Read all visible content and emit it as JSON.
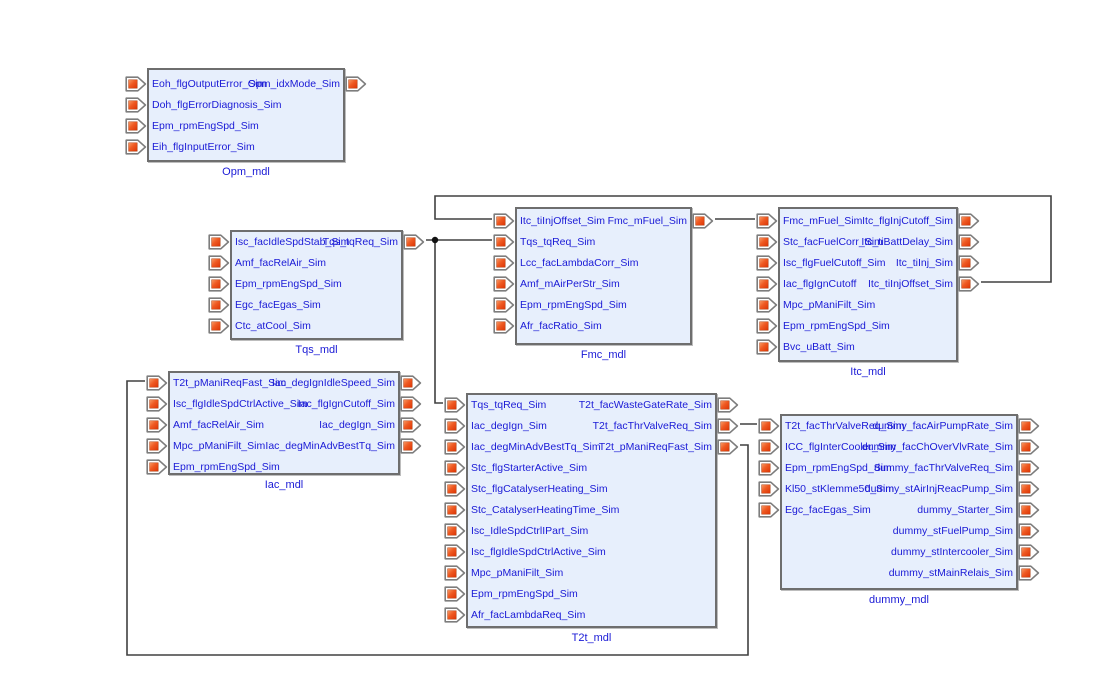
{
  "diagram": {
    "blocks": {
      "opm": {
        "name": "Opm_mdl",
        "inputs": [
          "Eoh_flgOutputError_Sim",
          "Doh_flgErrorDiagnosis_Sim",
          "Epm_rpmEngSpd_Sim",
          "Eih_flgInputError_Sim"
        ],
        "outputs": [
          "Opm_idxMode_Sim"
        ]
      },
      "tqs": {
        "name": "Tqs_mdl",
        "inputs": [
          "Isc_facIdleSpdStab_Sim",
          "Amf_facRelAir_Sim",
          "Epm_rpmEngSpd_Sim",
          "Egc_facEgas_Sim",
          "Ctc_atCool_Sim"
        ],
        "outputs": [
          "Tqs_tqReq_Sim"
        ]
      },
      "fmc": {
        "name": "Fmc_mdl",
        "inputs": [
          "Itc_tiInjOffset_Sim",
          "Tqs_tqReq_Sim",
          "Lcc_facLambdaCorr_Sim",
          "Amf_mAirPerStr_Sim",
          "Epm_rpmEngSpd_Sim",
          "Afr_facRatio_Sim"
        ],
        "outputs": [
          "Fmc_mFuel_Sim"
        ]
      },
      "itc": {
        "name": "Itc_mdl",
        "inputs": [
          "Fmc_mFuel_Sim",
          "Stc_facFuelCorr_Sim",
          "Isc_flgFuelCutoff_Sim",
          "Iac_flgIgnCutoff",
          "Mpc_pManiFilt_Sim",
          "Epm_rpmEngSpd_Sim",
          "Bvc_uBatt_Sim"
        ],
        "outputs": [
          "Itc_flgInjCutoff_Sim",
          "Itc_tiBattDelay_Sim",
          "Itc_tiInj_Sim",
          "Itc_tiInjOffset_Sim"
        ]
      },
      "iac": {
        "name": "Iac_mdl",
        "inputs": [
          "T2t_pManiReqFast_Sim",
          "Isc_flgIdleSpdCtrlActive_Sim",
          "Amf_facRelAir_Sim",
          "Mpc_pManiFilt_Sim",
          "Epm_rpmEngSpd_Sim"
        ],
        "outputs": [
          "Iac_degIgnIdleSpeed_Sim",
          "Iac_flgIgnCutoff_Sim",
          "Iac_degIgn_Sim",
          "Iac_degMinAdvBestTq_Sim"
        ]
      },
      "t2t": {
        "name": "T2t_mdl",
        "inputs": [
          "Tqs_tqReq_Sim",
          "Iac_degIgn_Sim",
          "Iac_degMinAdvBestTq_Sim",
          "Stc_flgStarterActive_Sim",
          "Stc_flgCatalyserHeating_Sim",
          "Stc_CatalyserHeatingTime_Sim",
          "Isc_IdleSpdCtrlIPart_Sim",
          "Isc_flgIdleSpdCtrlActive_Sim",
          "Mpc_pManiFilt_Sim",
          "Epm_rpmEngSpd_Sim",
          "Afr_facLambdaReq_Sim"
        ],
        "outputs": [
          "T2t_facWasteGateRate_Sim",
          "T2t_facThrValveReq_Sim",
          "T2t_pManiReqFast_Sim"
        ]
      },
      "dummy": {
        "name": "dummy_mdl",
        "inputs": [
          "T2t_facThrValveReq_Sim",
          "ICC_flgInterCooler_Sim",
          "Epm_rpmEngSpd_Sim",
          "Kl50_stKlemme50_Sim",
          "Egc_facEgas_Sim"
        ],
        "outputs": [
          "dummy_facAirPumpRate_Sim",
          "dummy_facChOverVlvRate_Sim",
          "dummy_facThrValveReq_Sim",
          "dummy_stAirInjReacPump_Sim",
          "dummy_Starter_Sim",
          "dummy_stFuelPump_Sim",
          "dummy_stIntercooler_Sim",
          "dummy_stMainRelais_Sim"
        ]
      }
    },
    "colors": {
      "canvas": "#ffffff",
      "block_fill": "#e7effc",
      "block_border": "#6e6e6e",
      "label_text": "#1a1ad6",
      "port_orange": "#ee4d1c",
      "wire": "#404040"
    }
  }
}
